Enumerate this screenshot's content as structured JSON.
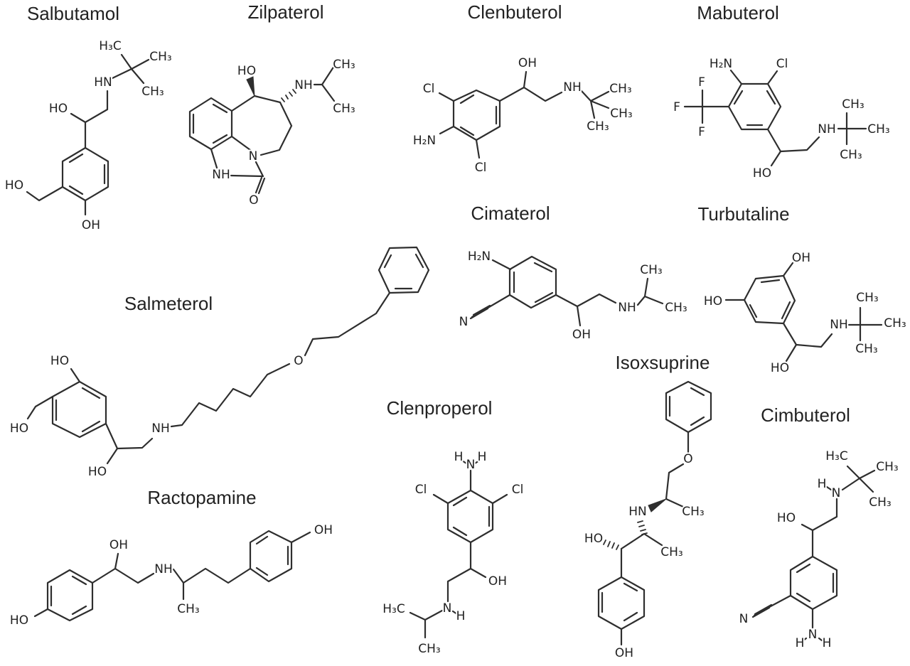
{
  "figure": {
    "background": "#ffffff",
    "ink": "#2e2e2e",
    "text_color": "#222222",
    "type": "chemical-structure-panel"
  },
  "molecules": [
    {
      "name": "Salbutamol",
      "labels": [
        "H₃C",
        "CH₃",
        "CH₃",
        "HN",
        "HO",
        "HO",
        "OH"
      ]
    },
    {
      "name": "Zilpaterol",
      "labels": [
        "HO",
        "NH",
        "CH₃",
        "CH₃",
        "N",
        "NH",
        "O"
      ]
    },
    {
      "name": "Clenbuterol",
      "labels": [
        "OH",
        "Cl",
        "Cl",
        "H₂N",
        "NH",
        "CH₃",
        "CH₃",
        "CH₃"
      ]
    },
    {
      "name": "Mabuterol",
      "labels": [
        "H₂N",
        "Cl",
        "F",
        "F",
        "F",
        "HO",
        "NH",
        "CH₃",
        "CH₃",
        "CH₃"
      ]
    },
    {
      "name": "Cimaterol",
      "labels": [
        "H₂N",
        "N",
        "OH",
        "NH",
        "CH₃",
        "CH₃"
      ]
    },
    {
      "name": "Turbutaline",
      "labels": [
        "OH",
        "HO",
        "HO",
        "NH",
        "CH₃",
        "CH₃",
        "CH₃"
      ]
    },
    {
      "name": "Salmeterol",
      "labels": [
        "HO",
        "HO",
        "HO",
        "NH",
        "O"
      ]
    },
    {
      "name": "Ractopamine",
      "labels": [
        "HO",
        "OH",
        "NH",
        "CH₃",
        "OH"
      ]
    },
    {
      "name": "Clenproperol",
      "labels": [
        "H",
        "N",
        "H",
        "Cl",
        "Cl",
        "OH",
        "H₃C",
        "N",
        "H",
        "CH₃"
      ]
    },
    {
      "name": "Isoxsuprine",
      "labels": [
        "O",
        "HN",
        "CH₃",
        "CH₃",
        "HO",
        "OH"
      ]
    },
    {
      "name": "Cimbuterol",
      "labels": [
        "H₃C",
        "CH₃",
        "CH₃",
        "H",
        "N",
        "HO",
        "N",
        "N",
        "H",
        "H"
      ]
    }
  ]
}
